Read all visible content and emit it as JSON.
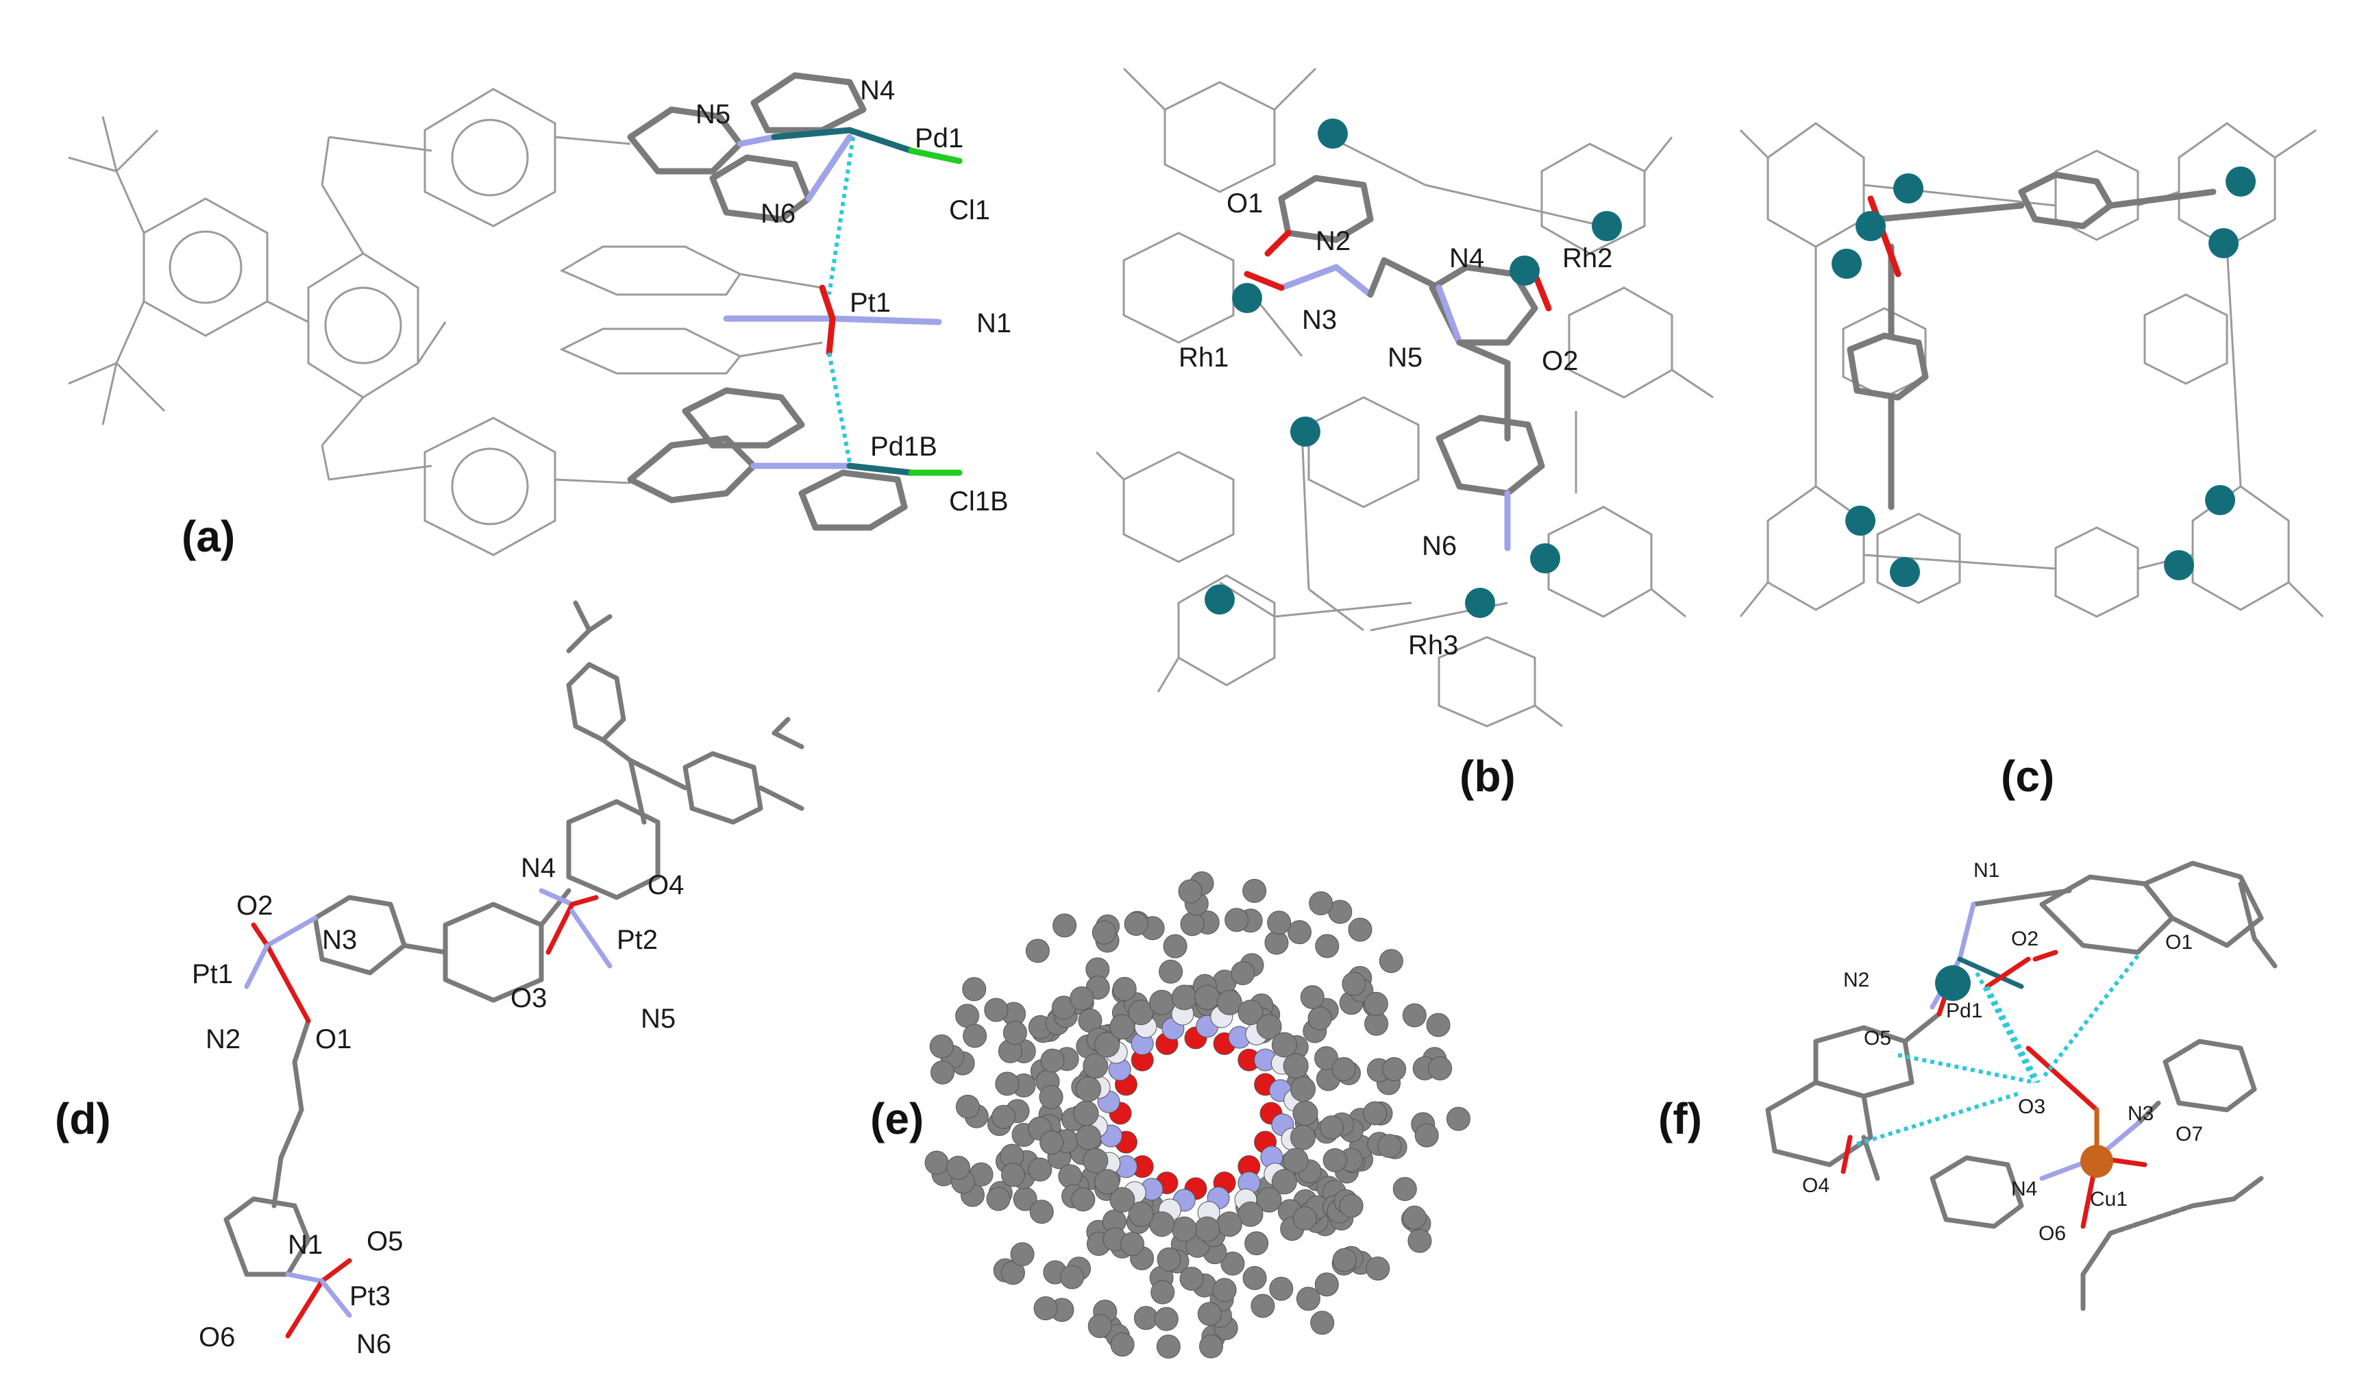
{
  "colors": {
    "carbon": "#7a7a7a",
    "carbon_thin": "#9a9a9a",
    "nitrogen": "#9fa3e8",
    "oxygen": "#e01818",
    "chlorine": "#22cc22",
    "metal_teal": "#136e7a",
    "copper": "#c8641e",
    "contact_cyan": "#2ec8d8",
    "sphere_gray": "#7f7f7f"
  },
  "panels": {
    "a": {
      "label": "(a)",
      "atoms": [
        "N5",
        "N4",
        "Pd1",
        "Cl1",
        "N6",
        "Pt1",
        "N1",
        "Pd1B",
        "Cl1B"
      ]
    },
    "b": {
      "label": "(b)",
      "atoms": [
        "O1",
        "N2",
        "N4",
        "Rh2",
        "Rh1",
        "N3",
        "N5",
        "O2",
        "N6",
        "Rh3"
      ]
    },
    "c": {
      "label": "(c)"
    },
    "d": {
      "label": "(d)",
      "atoms": [
        "N4",
        "O4",
        "O2",
        "N3",
        "Pt2",
        "Pt1",
        "O3",
        "N2",
        "O1",
        "N5",
        "N1",
        "O5",
        "Pt3",
        "O6",
        "N6"
      ]
    },
    "e": {
      "label": "(e)"
    },
    "f": {
      "label": "(f)",
      "atoms": [
        "N1",
        "O2",
        "O1",
        "N2",
        "Pd1",
        "O5",
        "O3",
        "N3",
        "O7",
        "O4",
        "N4",
        "Cu1",
        "O6"
      ]
    }
  }
}
